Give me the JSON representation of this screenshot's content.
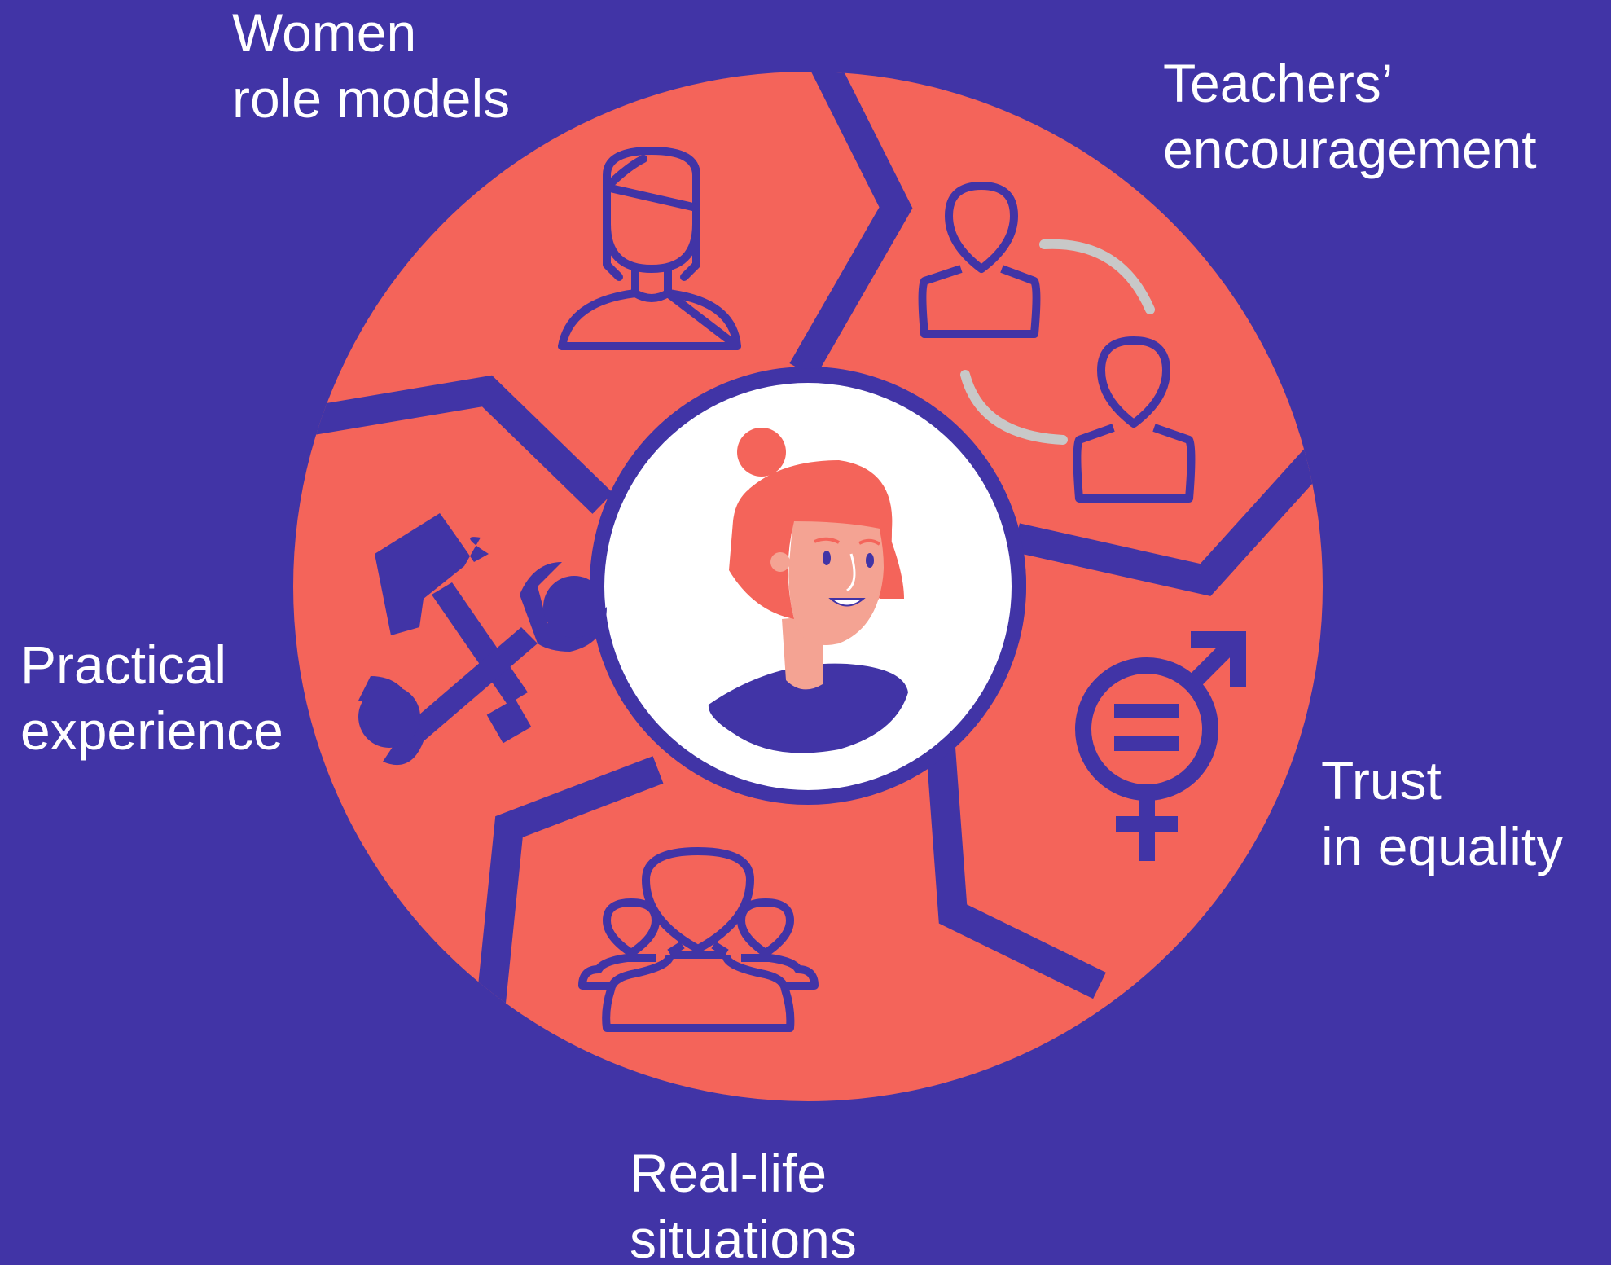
{
  "colors": {
    "background": "#4134a6",
    "segment": "#f4645a",
    "center": "#ffffff",
    "icon": "#4134a6",
    "arc_accent": "#c8c8c8",
    "skin": "#f4a393",
    "hair": "#f4645a"
  },
  "center": {
    "icon": "woman-avatar-icon"
  },
  "segments": [
    {
      "id": "women",
      "lines": [
        "Women",
        "role models"
      ],
      "icon": "woman-icon"
    },
    {
      "id": "teachers",
      "lines": [
        "Teachers’",
        "encouragement"
      ],
      "icon": "two-people-exchange-icon"
    },
    {
      "id": "trust",
      "lines": [
        "Trust",
        "in equality"
      ],
      "icon": "gender-equality-icon"
    },
    {
      "id": "reallife",
      "lines": [
        "Real-life",
        "situations"
      ],
      "icon": "group-icon"
    },
    {
      "id": "practical",
      "lines": [
        "Practical",
        "experience"
      ],
      "icon": "tools-icon"
    }
  ]
}
